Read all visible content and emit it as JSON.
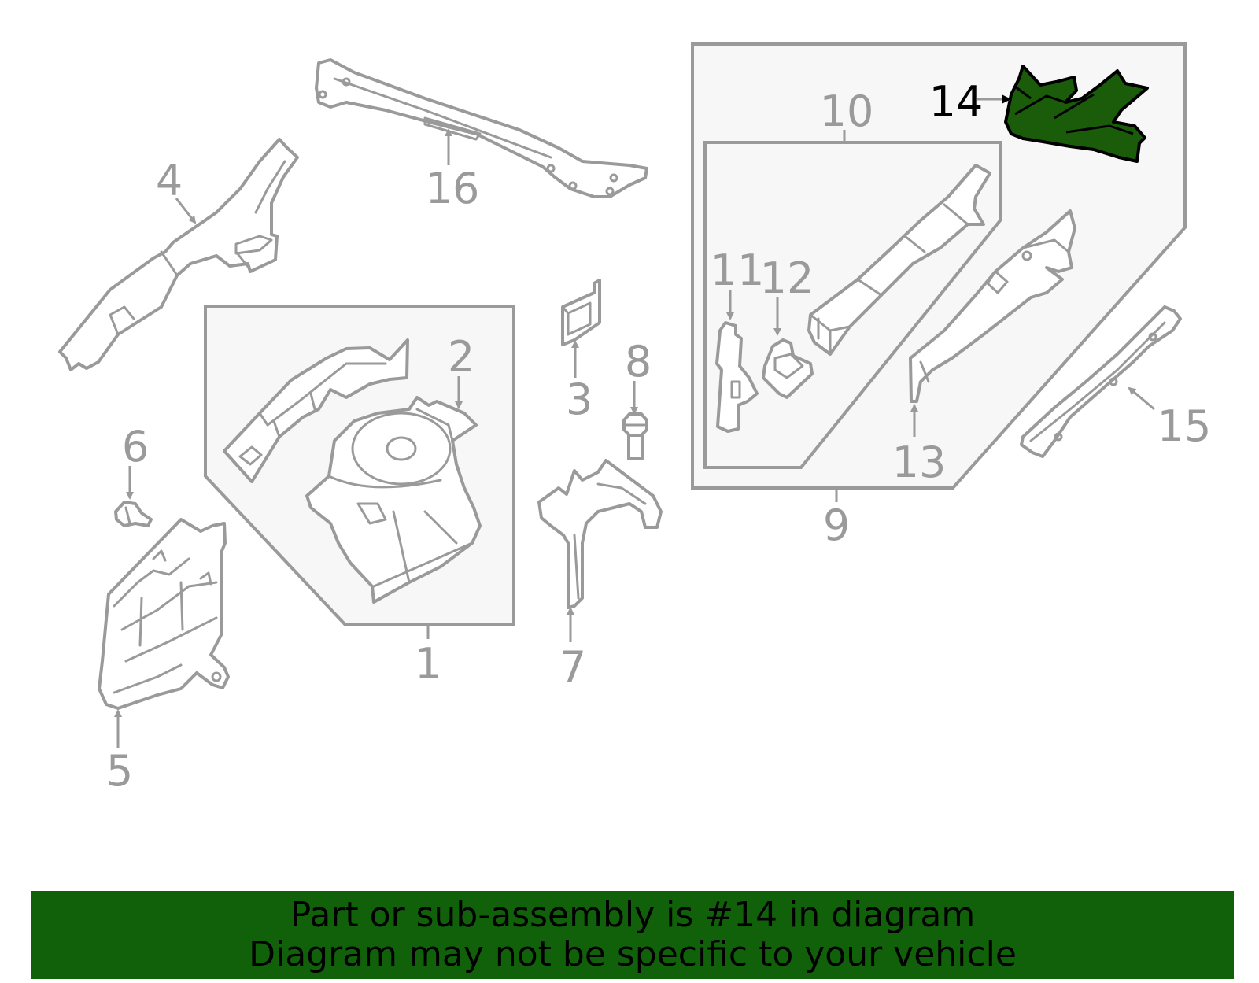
{
  "highlight_color": "#1a5c0a",
  "banner_color": "#11610b",
  "callouts": {
    "c1": "1",
    "c2": "2",
    "c3": "3",
    "c4": "4",
    "c5": "5",
    "c6": "6",
    "c7": "7",
    "c8": "8",
    "c9": "9",
    "c10": "10",
    "c11": "11",
    "c12": "12",
    "c13": "13",
    "c14": "14",
    "c15": "15",
    "c16": "16"
  },
  "highlighted_part": "14",
  "banner": {
    "line1": "Part or sub-assembly is #14 in diagram",
    "line2": "Diagram may not be specific to your vehicle"
  }
}
